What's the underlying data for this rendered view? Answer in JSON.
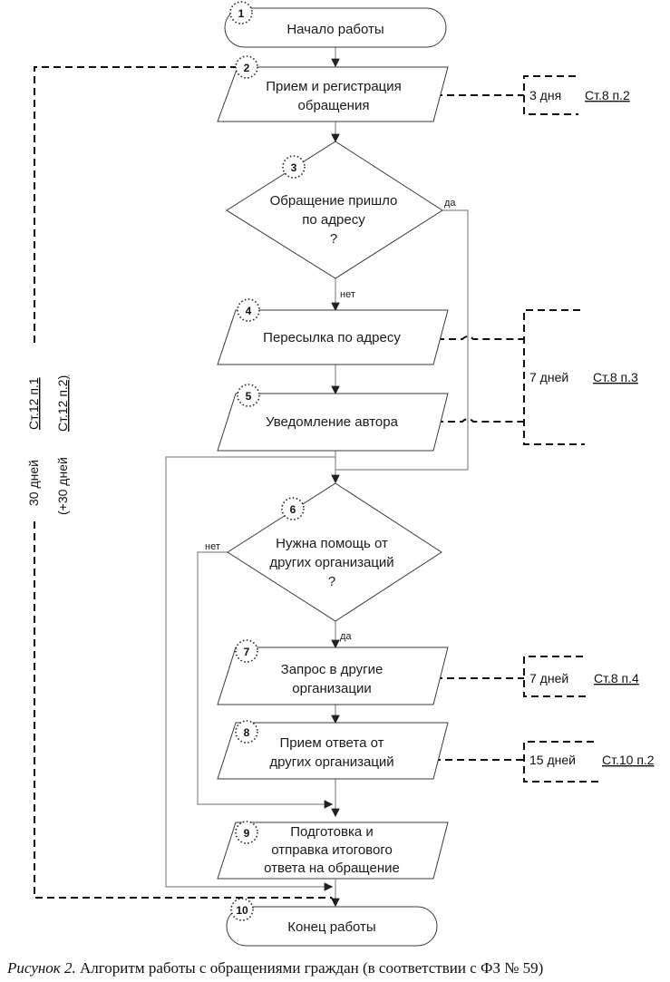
{
  "steps": [
    {
      "num": "1",
      "lines": [
        "Начало работы"
      ]
    },
    {
      "num": "2",
      "lines": [
        "Прием и регистрация",
        "обращения"
      ]
    },
    {
      "num": "3",
      "lines": [
        "Обращение пришло",
        "по адресу",
        "?"
      ]
    },
    {
      "num": "4",
      "lines": [
        "Пересылка по адресу"
      ]
    },
    {
      "num": "5",
      "lines": [
        "Уведомление автора"
      ]
    },
    {
      "num": "6",
      "lines": [
        "Нужна помощь от",
        "других организаций",
        "?"
      ]
    },
    {
      "num": "7",
      "lines": [
        "Запрос в другие",
        "организации"
      ]
    },
    {
      "num": "8",
      "lines": [
        "Прием ответа от",
        "других организаций"
      ]
    },
    {
      "num": "9",
      "lines": [
        "Подготовка и",
        "отправка итогового",
        "ответа на обращение"
      ]
    },
    {
      "num": "10",
      "lines": [
        "Конец работы"
      ]
    }
  ],
  "branches": {
    "d3_yes": "да",
    "d3_no": "нет",
    "d6_yes": "да",
    "d6_no": "нет"
  },
  "deadlines": [
    {
      "term": "3 дня",
      "ref": "Ст.8 п.2"
    },
    {
      "term": "7 дней",
      "ref": "Ст.8 п.3"
    },
    {
      "term": "7 дней",
      "ref": "Ст.8 п.4"
    },
    {
      "term": "15 дней",
      "ref": "Ст.10 п.2"
    }
  ],
  "overall": {
    "term1": "30 дней",
    "ref1": "Ст.12 п.1",
    "term2": "(+30 дней",
    "ref2": "Ст.12 п.2)"
  },
  "caption": {
    "label": "Рисунок 2.",
    "text": " Алгоритм работы с обращениями граждан (в соответствии с ФЗ № 59)"
  }
}
